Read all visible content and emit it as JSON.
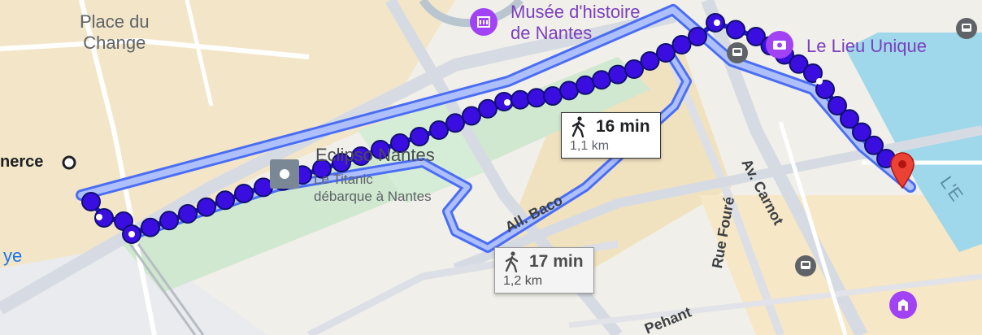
{
  "labels": {
    "place_du_change_1": "Place du",
    "place_du_change_2": "Change",
    "museum_1": "Musée d'histoire",
    "museum_2": "de Nantes",
    "lieu_unique": "Le Lieu Unique",
    "eclipso": "Eclipso Nantes",
    "titanic_1": "Le Titanic",
    "titanic_2": "débarque à Nantes",
    "commerce": "nerce",
    "left_edge": "ye",
    "river_edge": "L'E",
    "all_baco": "All. Baco",
    "av_carnot": "Av. Carnot",
    "rue_foure": "Rue Fouré",
    "pehant": "Pehant"
  },
  "routes": [
    {
      "time": "16 min",
      "distance": "1,1 km",
      "selected": true
    },
    {
      "time": "17 min",
      "distance": "1,2 km",
      "selected": false
    }
  ],
  "colors": {
    "route_selected": "#1e1ad6",
    "route_alt": "#4a6df5",
    "route_alt_fill": "#aec0fb",
    "dot": "#3a0ee0",
    "water": "#9fd8ea",
    "park": "#cfe8cf",
    "destination": "#ea4335",
    "museum_poi": "#a142f4"
  }
}
